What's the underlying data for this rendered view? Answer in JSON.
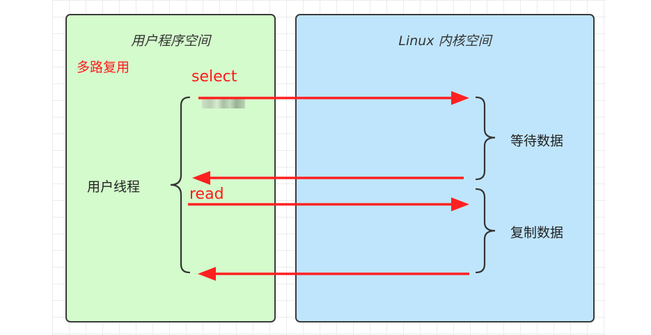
{
  "panels": {
    "user_space_title": "用户程序空间",
    "kernel_space_title": "Linux 内核空间"
  },
  "labels": {
    "multiplexing": "多路复用",
    "select": "select",
    "read": "read",
    "user_thread": "用户线程",
    "wait_data": "等待数据",
    "copy_data": "复制数据"
  },
  "colors": {
    "user_panel_fill": "#d4fbcc",
    "kernel_panel_fill": "#bfe5fc",
    "arrow": "#ff2020",
    "text_red": "#ff1a1a"
  }
}
